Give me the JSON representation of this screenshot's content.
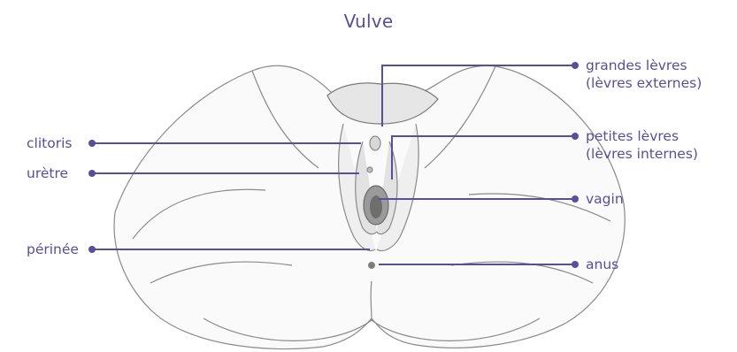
{
  "title": "Vulve",
  "colors": {
    "accent": "#5b4d9a",
    "line": "#5b4d9a",
    "illustration_stroke": "#8a8a8a",
    "illustration_fill": "#f3f3f3",
    "background": "#ffffff"
  },
  "labels": {
    "clitoris": "clitoris",
    "uretre": "urètre",
    "perinee": "périnée",
    "grandes_levres": {
      "line1": "grandes lèvres",
      "line2": "(lèvres externes)"
    },
    "petites_levres": {
      "line1": "petites lèvres",
      "line2": "(lèvres internes)"
    },
    "vagin": "vagin",
    "anus": "anus"
  }
}
